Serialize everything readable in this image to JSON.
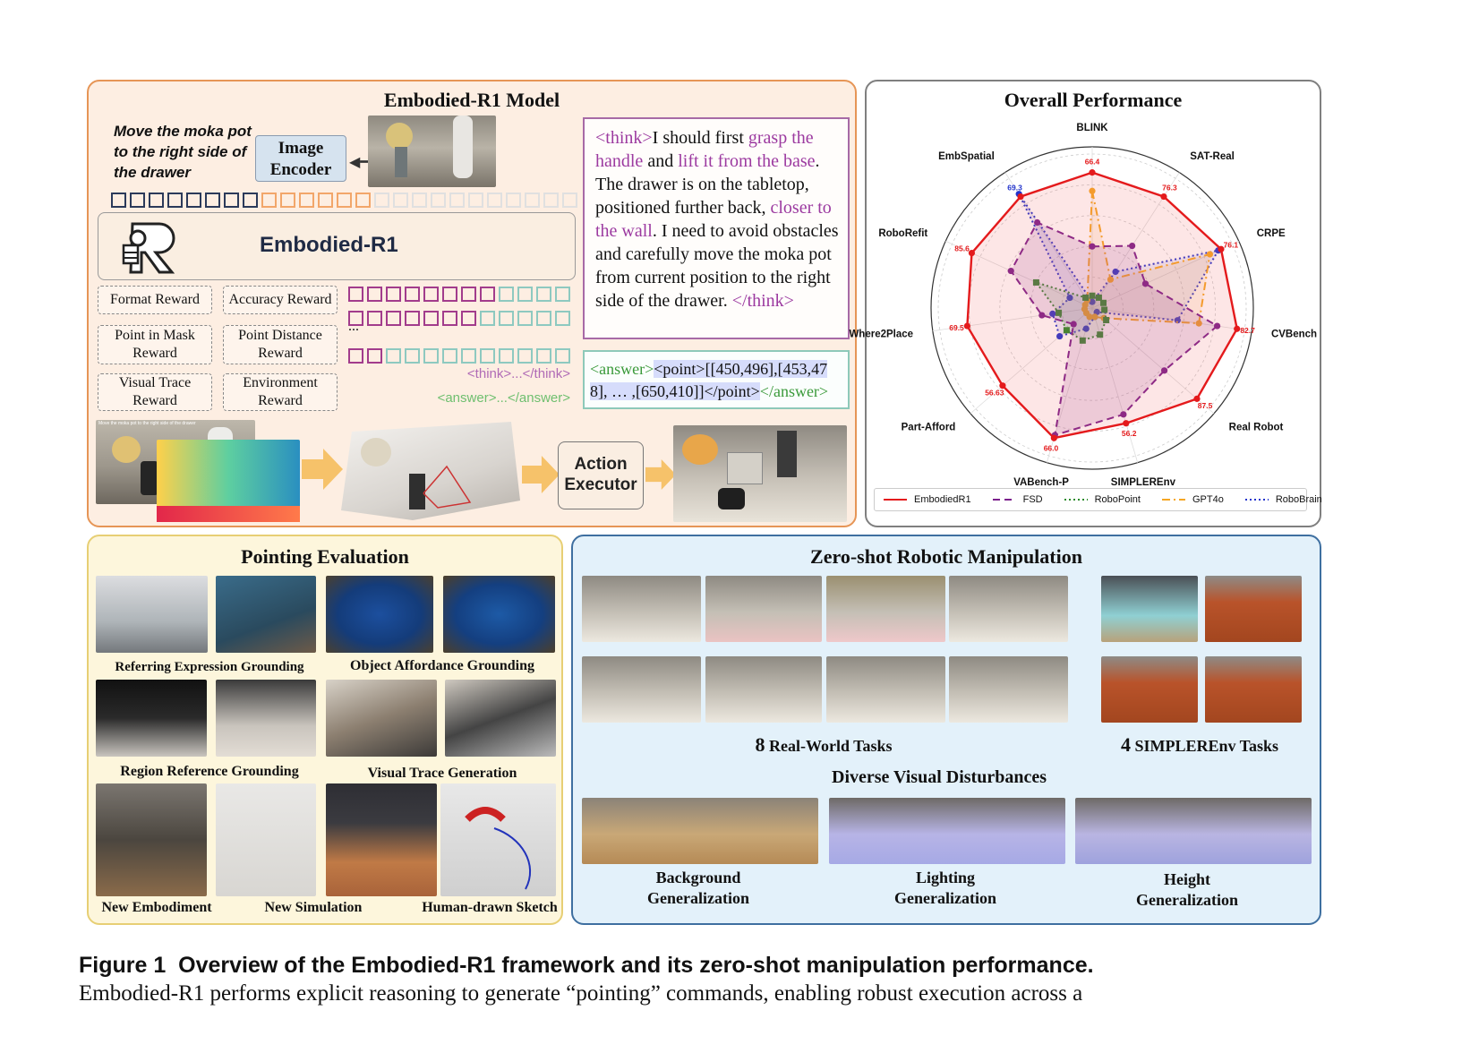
{
  "colors": {
    "model_bg": "#fdeee2",
    "model_border": "#e69556",
    "perf_border": "#7f7f7f",
    "point_bg": "#fdf6dc",
    "point_border": "#e7cf74",
    "zero_bg": "#e3f1fa",
    "zero_border": "#3e6fa0",
    "think_tag": "#9c3aa0",
    "answer_tag": "#3a9a3a",
    "answer_hl": "#d6dcfb"
  },
  "model": {
    "title": "Embodied-R1 Model",
    "instruction": "Move the moka pot to the right side of the drawer",
    "image_encoder": "Image Encoder",
    "embodied_label": "Embodied-R1",
    "rewards": [
      "Format Reward",
      "Accuracy Reward",
      "Point in Mask Reward",
      "Point Distance Reward",
      "Visual Trace Reward",
      "Environment Reward"
    ],
    "ellipsis": "...",
    "think_tag": "<think>...</think>",
    "answer_tag": "<answer>...</answer>",
    "reasoning": {
      "open": "<think>",
      "p1": "I should first ",
      "h1": "grasp the handle",
      "p2": " and ",
      "h2": "lift it from the base",
      "p3": ". The drawer is on the tabletop, positioned further back, ",
      "h3": "closer to the wall",
      "p4": ". I need to avoid obstacles and carefully move the moka pot from current position to the right side of the drawer. ",
      "close": "</think>"
    },
    "answer": {
      "open": "<answer>",
      "body": "<point>[[450,496],[453,478], … ,[650,410]]</point>",
      "close": "</answer>"
    },
    "action_executor": "Action Executor",
    "tiny_instruction": "Move the moka pot to the right side of the drawer"
  },
  "performance": {
    "title": "Overall Performance",
    "axes": [
      "BLINK",
      "SAT-Real",
      "CRPE",
      "CVBench",
      "Real Robot",
      "SIMPLEREnv",
      "VABench-P",
      "Part-Afford",
      "Where2Place",
      "RoboRefit",
      "EmbSpatial"
    ],
    "value_labels": [
      "66.4",
      "76.3",
      "76.1",
      "82.7",
      "87.5",
      "56.2",
      "66.0",
      "56.63",
      "69.5",
      "85.6",
      "69.3"
    ],
    "legend": [
      "EmbodiedR1",
      "FSD",
      "RoboPoint",
      "GPT4o",
      "RoboBrain"
    ]
  },
  "chart_data": {
    "type": "radar",
    "title": "Overall Performance",
    "axes": [
      "BLINK",
      "SAT-Real",
      "CRPE",
      "CVBench",
      "Real Robot",
      "SIMPLEREnv",
      "VABench-P",
      "Part-Afford",
      "Where2Place",
      "RoboRefit",
      "EmbSpatial"
    ],
    "series": [
      {
        "name": "EmbodiedR1",
        "color": "#e41a1c",
        "style": "solid",
        "values": [
          0.88,
          0.86,
          0.92,
          0.95,
          0.9,
          0.78,
          0.88,
          0.77,
          0.82,
          0.86,
          0.86
        ]
      },
      {
        "name": "FSD",
        "color": "#7b1f8c",
        "style": "dash",
        "values": [
          0.4,
          0.48,
          0.38,
          0.82,
          0.62,
          0.72,
          0.86,
          0.16,
          0.33,
          0.58,
          0.66
        ]
      },
      {
        "name": "RoboPoint",
        "color": "#2a8a2a",
        "style": "dot",
        "values": [
          0.08,
          0.08,
          0.08,
          0.08,
          0.12,
          0.18,
          0.22,
          0.22,
          0.22,
          0.4,
          0.08
        ]
      },
      {
        "name": "GPT4o",
        "color": "#f5a623",
        "style": "dashdot",
        "values": [
          0.76,
          0.22,
          0.84,
          0.7,
          0.1,
          0.06,
          0.06,
          0.05,
          0.05,
          0.05,
          0.06
        ]
      },
      {
        "name": "RoboBrain",
        "color": "#2233cc",
        "style": "dot",
        "values": [
          0.04,
          0.28,
          0.9,
          0.56,
          0.04,
          0.06,
          0.14,
          0.28,
          0.26,
          0.16,
          0.88
        ]
      }
    ],
    "value_labels": [
      "66.4",
      "76.3",
      "76.1",
      "82.7",
      "87.5",
      "56.2",
      "66.0",
      "56.63",
      "69.5",
      "85.6",
      "69.3"
    ],
    "rings": 5,
    "legend_position": "bottom"
  },
  "pointing": {
    "title": "Pointing Evaluation",
    "captions": [
      "Referring Expression Grounding",
      "Object Affordance Grounding",
      "Region Reference Grounding",
      "Visual Trace Generation",
      "New Embodiment",
      "New Simulation",
      "Human-drawn Sketch"
    ]
  },
  "zeroshot": {
    "title": "Zero-shot Robotic Manipulation",
    "real_world_count": "8",
    "real_world_label": " Real-World Tasks",
    "simpler_count": "4",
    "simpler_label": " SIMPLEREnv Tasks",
    "disturb_title": "Diverse Visual Disturbances",
    "disturb_captions": [
      "Background Generalization",
      "Lighting Generalization",
      "Height Generalization"
    ]
  },
  "figure": {
    "label": "Figure 1",
    "title": "Overview of the Embodied-R1 framework and its zero-shot manipulation performance.",
    "body": "Embodied-R1 performs explicit reasoning to generate “pointing” commands, enabling robust execution across a"
  }
}
